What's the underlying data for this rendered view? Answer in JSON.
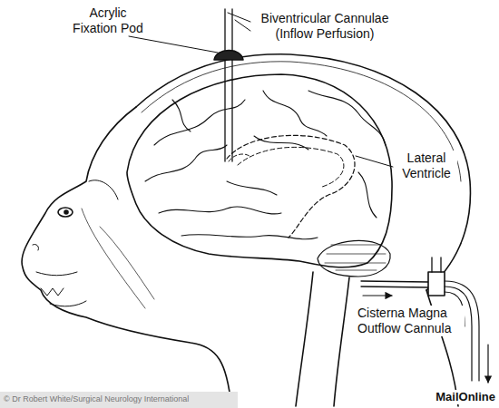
{
  "diagram": {
    "labels": [
      "Acrylic Fixation Pod",
      "Biventricular Cannulae (Inflow Perfusion)",
      "Lateral Ventricle",
      "Cisterna Magna Outflow Cannula",
      "© Dr Robert White/Surgical Neurology International",
      "MailOnline"
    ]
  }
}
